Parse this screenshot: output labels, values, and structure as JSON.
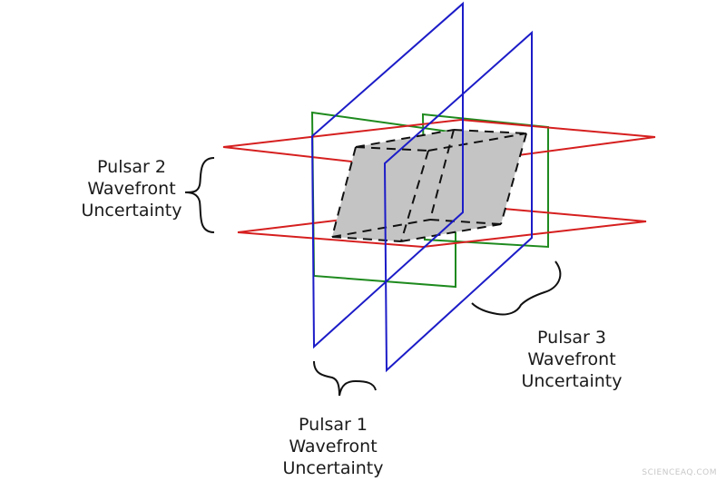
{
  "colors": {
    "pulsar1": "#1c1cc8",
    "pulsar2": "#d61f1f",
    "pulsar3": "#1e8a1e",
    "overlap_fill": "#c4c4c4",
    "overlap_stroke": "#111111"
  },
  "labels": {
    "pulsar2": {
      "line1": "Pulsar 2",
      "line2": "Wavefront",
      "line3": "Uncertainty"
    },
    "pulsar3": {
      "line1": "Pulsar 3",
      "line2": "Wavefront",
      "line3": "Uncertainty"
    },
    "pulsar1": {
      "line1": "Pulsar 1",
      "line2": "Wavefront",
      "line3": "Uncertainty"
    }
  },
  "watermark": "SCIENCEAQ.COM"
}
